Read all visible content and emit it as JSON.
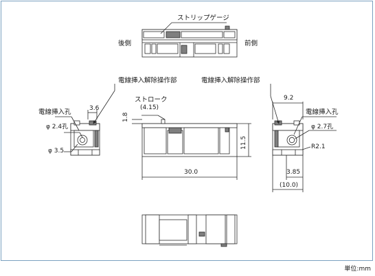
{
  "labels": {
    "strip_gauge": "ストリップゲージ",
    "rear": "後側",
    "front": "前側",
    "wire_release_left": "電線挿入解除操作部",
    "wire_release_right": "電線挿入解除操作部",
    "wire_hole_left": "電線挿入孔",
    "wire_hole_right": "電線挿入孔",
    "stroke": "ストローク",
    "unit": "単位:mm"
  },
  "dimensions": {
    "d36": "3.6",
    "phi24": "φ 2.4孔",
    "phi35": "φ 3.5",
    "stroke_val": "(4.15)",
    "d18": "1.8",
    "d115": "11.5",
    "d300": "30.0",
    "d92": "9.2",
    "phi27": "φ 2.7孔",
    "r21": "R2.1",
    "d385": "3.85",
    "d100": "(10.0)"
  },
  "colors": {
    "line": "#2a2a2a",
    "fill_dark": "#7f7f7f",
    "fill_light": "#ffffff",
    "frame": "#7aa0c0"
  }
}
